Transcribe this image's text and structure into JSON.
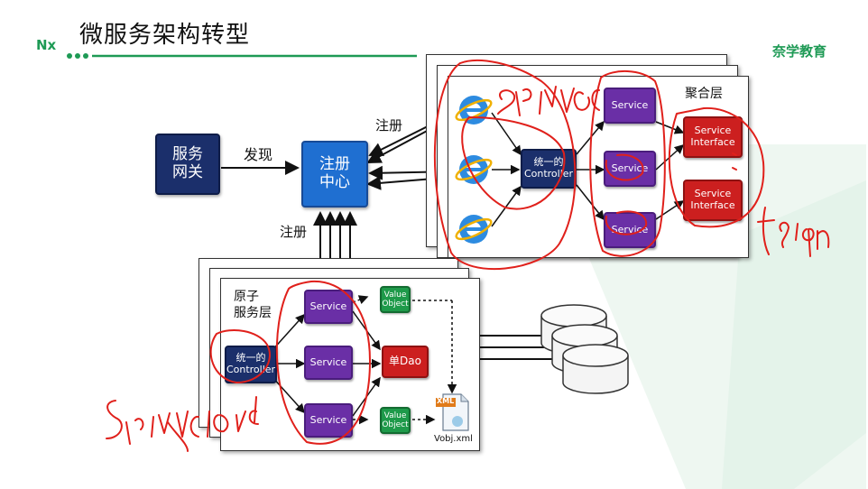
{
  "header": {
    "logo_text": "Nх",
    "title": "微服务架构转型",
    "brand": "奈学教育"
  },
  "diagram": {
    "gateway": "服务\n网关",
    "discover_label": "发现",
    "registry": "注册\n中心",
    "register_label_top": "注册",
    "register_label_left": "注册",
    "aggregation": {
      "title": "聚合层",
      "controller": "统一的\nController",
      "services": [
        "Service",
        "Service",
        "Service"
      ],
      "interfaces": [
        "Service\nInterface",
        "Service\nInterface"
      ],
      "browser_icon": "ie-icon"
    },
    "atomic": {
      "title": "原子\n服务层",
      "controller": "统一的\nController",
      "services": [
        "Service",
        "Service",
        "Service"
      ],
      "value_objects": [
        "Value\nObject",
        "Value\nObject"
      ],
      "dao": "单Dao",
      "xml_tag": "XML",
      "xml_file": "Vobj.xml"
    }
  },
  "annotations": {
    "springmvc": "SpringMVC",
    "feign": "feign",
    "springcloud": "SpringCloud"
  },
  "colors": {
    "brand_green": "#1e9a55",
    "ink_red": "#e0201b",
    "service_purple": "#6a2fa6",
    "interface_red": "#cc1f1f",
    "registry_blue": "#1f6fd1",
    "gateway_navy": "#1b2f6b"
  }
}
